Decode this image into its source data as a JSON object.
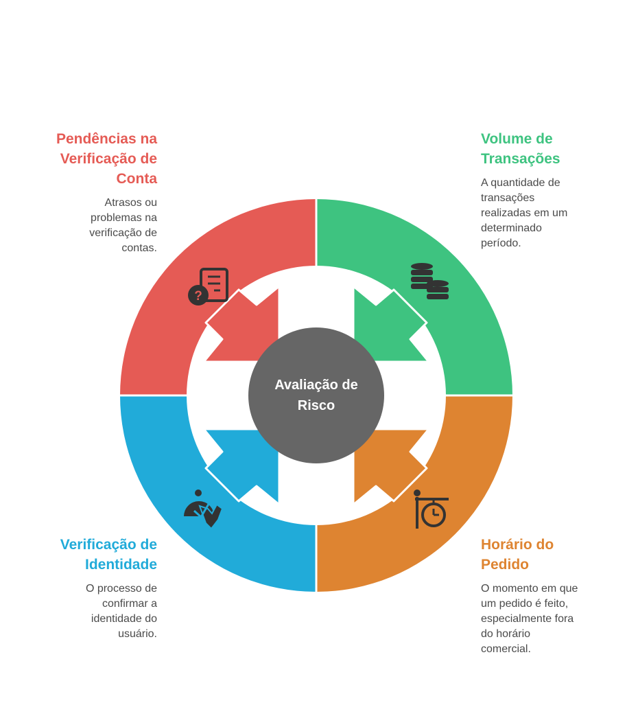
{
  "center": {
    "label_line1": "Avaliação de",
    "label_line2": "Risco"
  },
  "colors": {
    "red": "#e55b55",
    "green": "#3ec380",
    "blue": "#21abd9",
    "orange": "#de8431",
    "center": "#666666",
    "icon": "#333333"
  },
  "segments": [
    {
      "title_lines": [
        "Pendências na",
        "Verificação de",
        "Conta"
      ],
      "desc_lines": [
        "Atrasos ou",
        "problemas na",
        "verificação de",
        "contas."
      ],
      "color": "#e55b55",
      "icon": "document-question-icon"
    },
    {
      "title_lines": [
        "Volume de",
        "Transações"
      ],
      "desc_lines": [
        "A quantidade de",
        "transações",
        "realizadas em um",
        "determinado",
        "período."
      ],
      "color": "#3ec380",
      "icon": "coins-stack-icon"
    },
    {
      "title_lines": [
        "Verificação de",
        "Identidade"
      ],
      "desc_lines": [
        "O processo de",
        "confirmar a",
        "identidade do",
        "usuário."
      ],
      "color": "#21abd9",
      "icon": "hand-check-icon"
    },
    {
      "title_lines": [
        "Horário do",
        "Pedido"
      ],
      "desc_lines": [
        "O momento em que",
        "um pedido é feito,",
        "especialmente fora",
        "do horário",
        "comercial."
      ],
      "color": "#de8431",
      "icon": "clock-sign-icon"
    }
  ]
}
